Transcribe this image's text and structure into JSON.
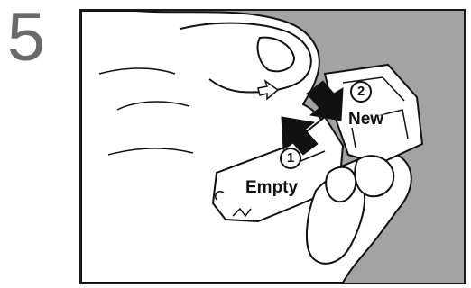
{
  "step": {
    "number": "5"
  },
  "illustration": {
    "colors": {
      "background": "#a3a3a3",
      "outline": "#111111",
      "fill": "#ffffff",
      "arrow": "#111111"
    },
    "icons": [
      "hand",
      "empty-cassette",
      "new-cassette",
      "insert-arrow",
      "remove-arrow",
      "small-outline-arrow"
    ],
    "callouts": {
      "empty": {
        "number": "1",
        "label": "Empty"
      },
      "new": {
        "number": "2",
        "label": "New"
      }
    }
  }
}
